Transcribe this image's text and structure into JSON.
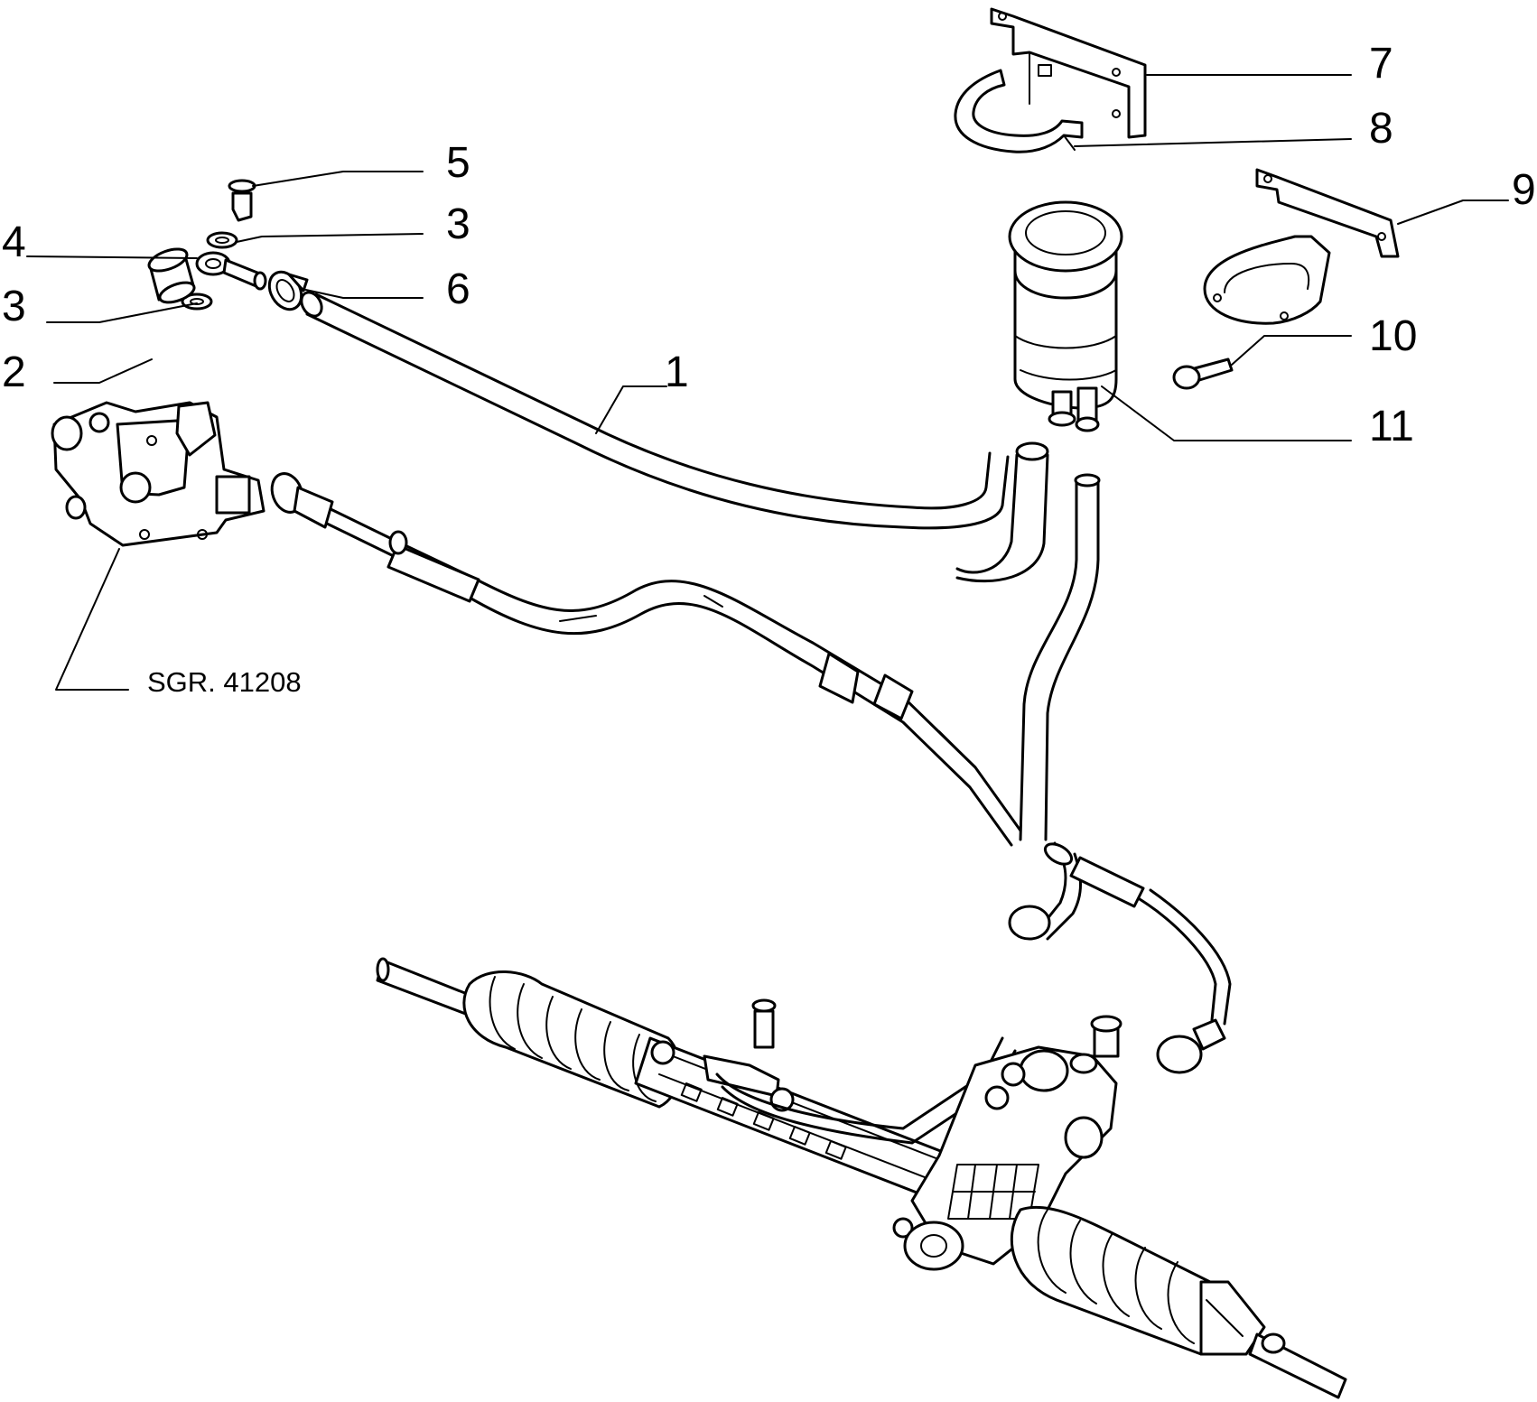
{
  "callouts": [
    {
      "id": "c1",
      "text": "1"
    },
    {
      "id": "c2",
      "text": "2"
    },
    {
      "id": "c3a",
      "text": "3"
    },
    {
      "id": "c3b",
      "text": "3"
    },
    {
      "id": "c4",
      "text": "4"
    },
    {
      "id": "c5",
      "text": "5"
    },
    {
      "id": "c6",
      "text": "6"
    },
    {
      "id": "c7",
      "text": "7"
    },
    {
      "id": "c8",
      "text": "8"
    },
    {
      "id": "c9",
      "text": "9"
    },
    {
      "id": "c10",
      "text": "10"
    },
    {
      "id": "c11",
      "text": "11"
    }
  ],
  "reference": {
    "text": "SGR. 41208"
  }
}
